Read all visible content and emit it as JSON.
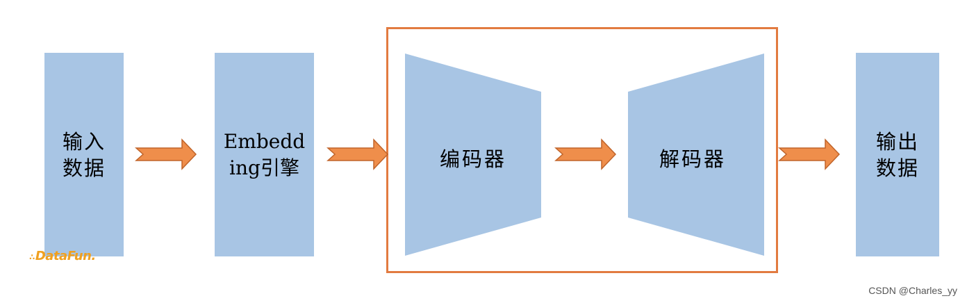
{
  "blocks": {
    "input": "输入\n数据",
    "embedding": "Embedd\ning引擎",
    "output": "输出\n数据"
  },
  "model": {
    "encoder": "编码器",
    "decoder": "解码器"
  },
  "logo": "DataFun.",
  "watermark": "CSDN @Charles_yy",
  "colors": {
    "block": "#a8c5e4",
    "arrow": "#ef8e4b",
    "arrow_border": "#c0642a",
    "frame": "#e27b40",
    "logo": "#f0a020"
  }
}
